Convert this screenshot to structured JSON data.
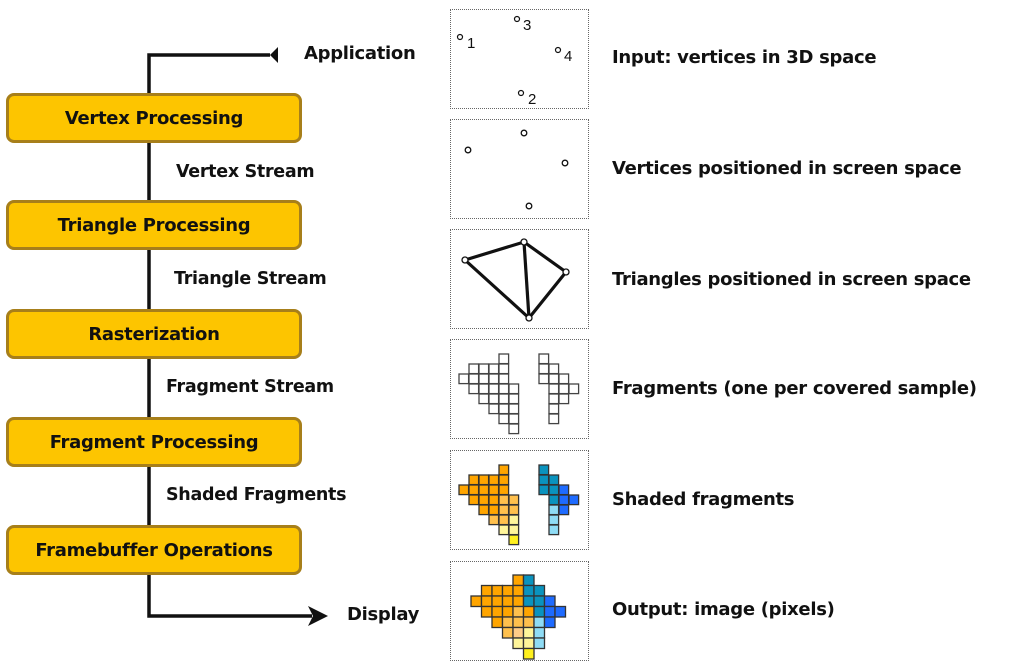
{
  "pipeline": {
    "input_label": "Application",
    "output_label": "Display",
    "stages": [
      {
        "label": "Vertex Processing"
      },
      {
        "label": "Triangle Processing"
      },
      {
        "label": "Rasterization"
      },
      {
        "label": "Fragment Processing"
      },
      {
        "label": "Framebuffer Operations"
      }
    ],
    "streams": [
      {
        "label": "Vertex Stream"
      },
      {
        "label": "Triangle Stream"
      },
      {
        "label": "Fragment Stream"
      },
      {
        "label": "Shaded Fragments"
      }
    ]
  },
  "panels": [
    {
      "description": "Input: vertices in 3D space",
      "vertex_numbers": [
        "1",
        "2",
        "3",
        "4"
      ]
    },
    {
      "description": "Vertices positioned in screen space"
    },
    {
      "description": "Triangles positioned in screen space"
    },
    {
      "description": "Fragments (one per covered sample)"
    },
    {
      "description": "Shaded fragments"
    },
    {
      "description": "Output: image (pixels)"
    }
  ],
  "colors": {
    "stage_fill": "#FDC500",
    "stage_border": "#A77F1A",
    "orange": "#FFA500",
    "light_orange": "#FFC04D",
    "peach": "#FFCC88",
    "pale_yellow": "#FFF59A",
    "yellow": "#FFF01E",
    "teal": "#0A93BE",
    "blue": "#1E6BFF",
    "light_blue": "#8FDCF5"
  }
}
